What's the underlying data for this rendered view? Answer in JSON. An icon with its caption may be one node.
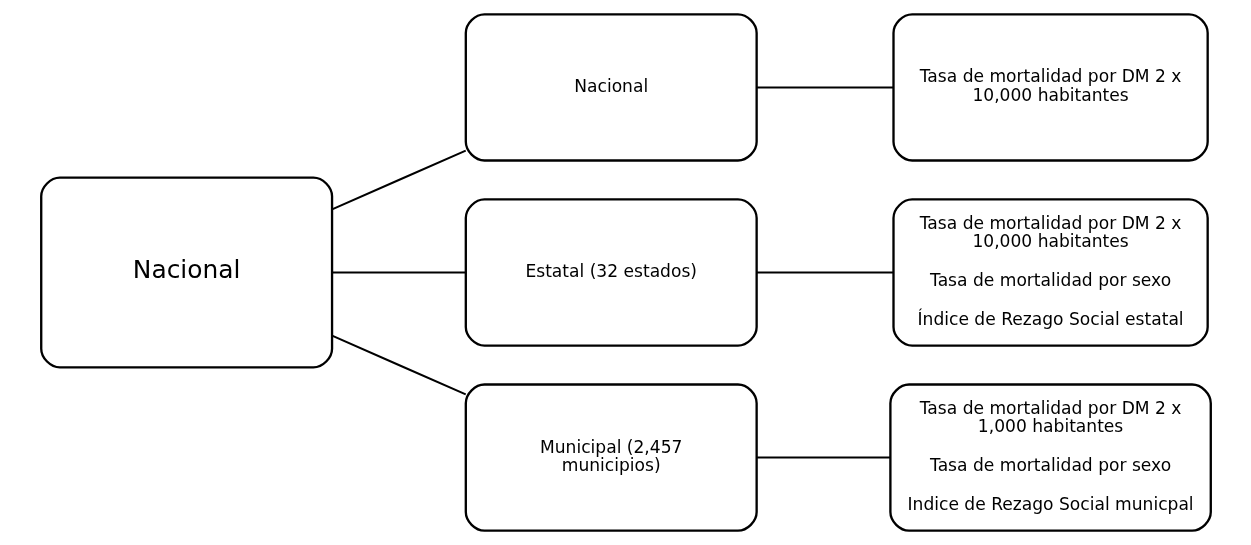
{
  "diagram": {
    "nodes": [
      {
        "text": [
          "Nacional"
        ]
      },
      {
        "text": [
          "Nacional"
        ]
      },
      {
        "text": [
          "Estatal (32 estados)"
        ]
      },
      {
        "text": [
          "Municipal (2,457 municipios)"
        ]
      },
      {
        "text": [
          "Tasa de mortalidad por DM 2 x 10,000 habitantes"
        ]
      },
      {
        "text": [
          "Tasa de mortalidad por DM 2 x 10,000 habitantes",
          "Tasa de mortalidad por sexo",
          "Índice de Rezago Social estatal"
        ]
      },
      {
        "text": [
          "Tasa de mortalidad por DM 2 x 1,000 habitantes",
          "Tasa de mortalidad por sexo",
          "Indice de Rezago Social municpal"
        ]
      }
    ],
    "edges": [
      {
        "from": 0,
        "to": 1,
        "arrow": "none"
      },
      {
        "from": 0,
        "to": 2,
        "arrow": "none"
      },
      {
        "from": 0,
        "to": 3,
        "arrow": "none"
      },
      {
        "from": 1,
        "to": 4,
        "arrow": "none"
      },
      {
        "from": 2,
        "to": 5,
        "arrow": "none"
      },
      {
        "from": 3,
        "to": 6,
        "arrow": "none"
      }
    ]
  }
}
